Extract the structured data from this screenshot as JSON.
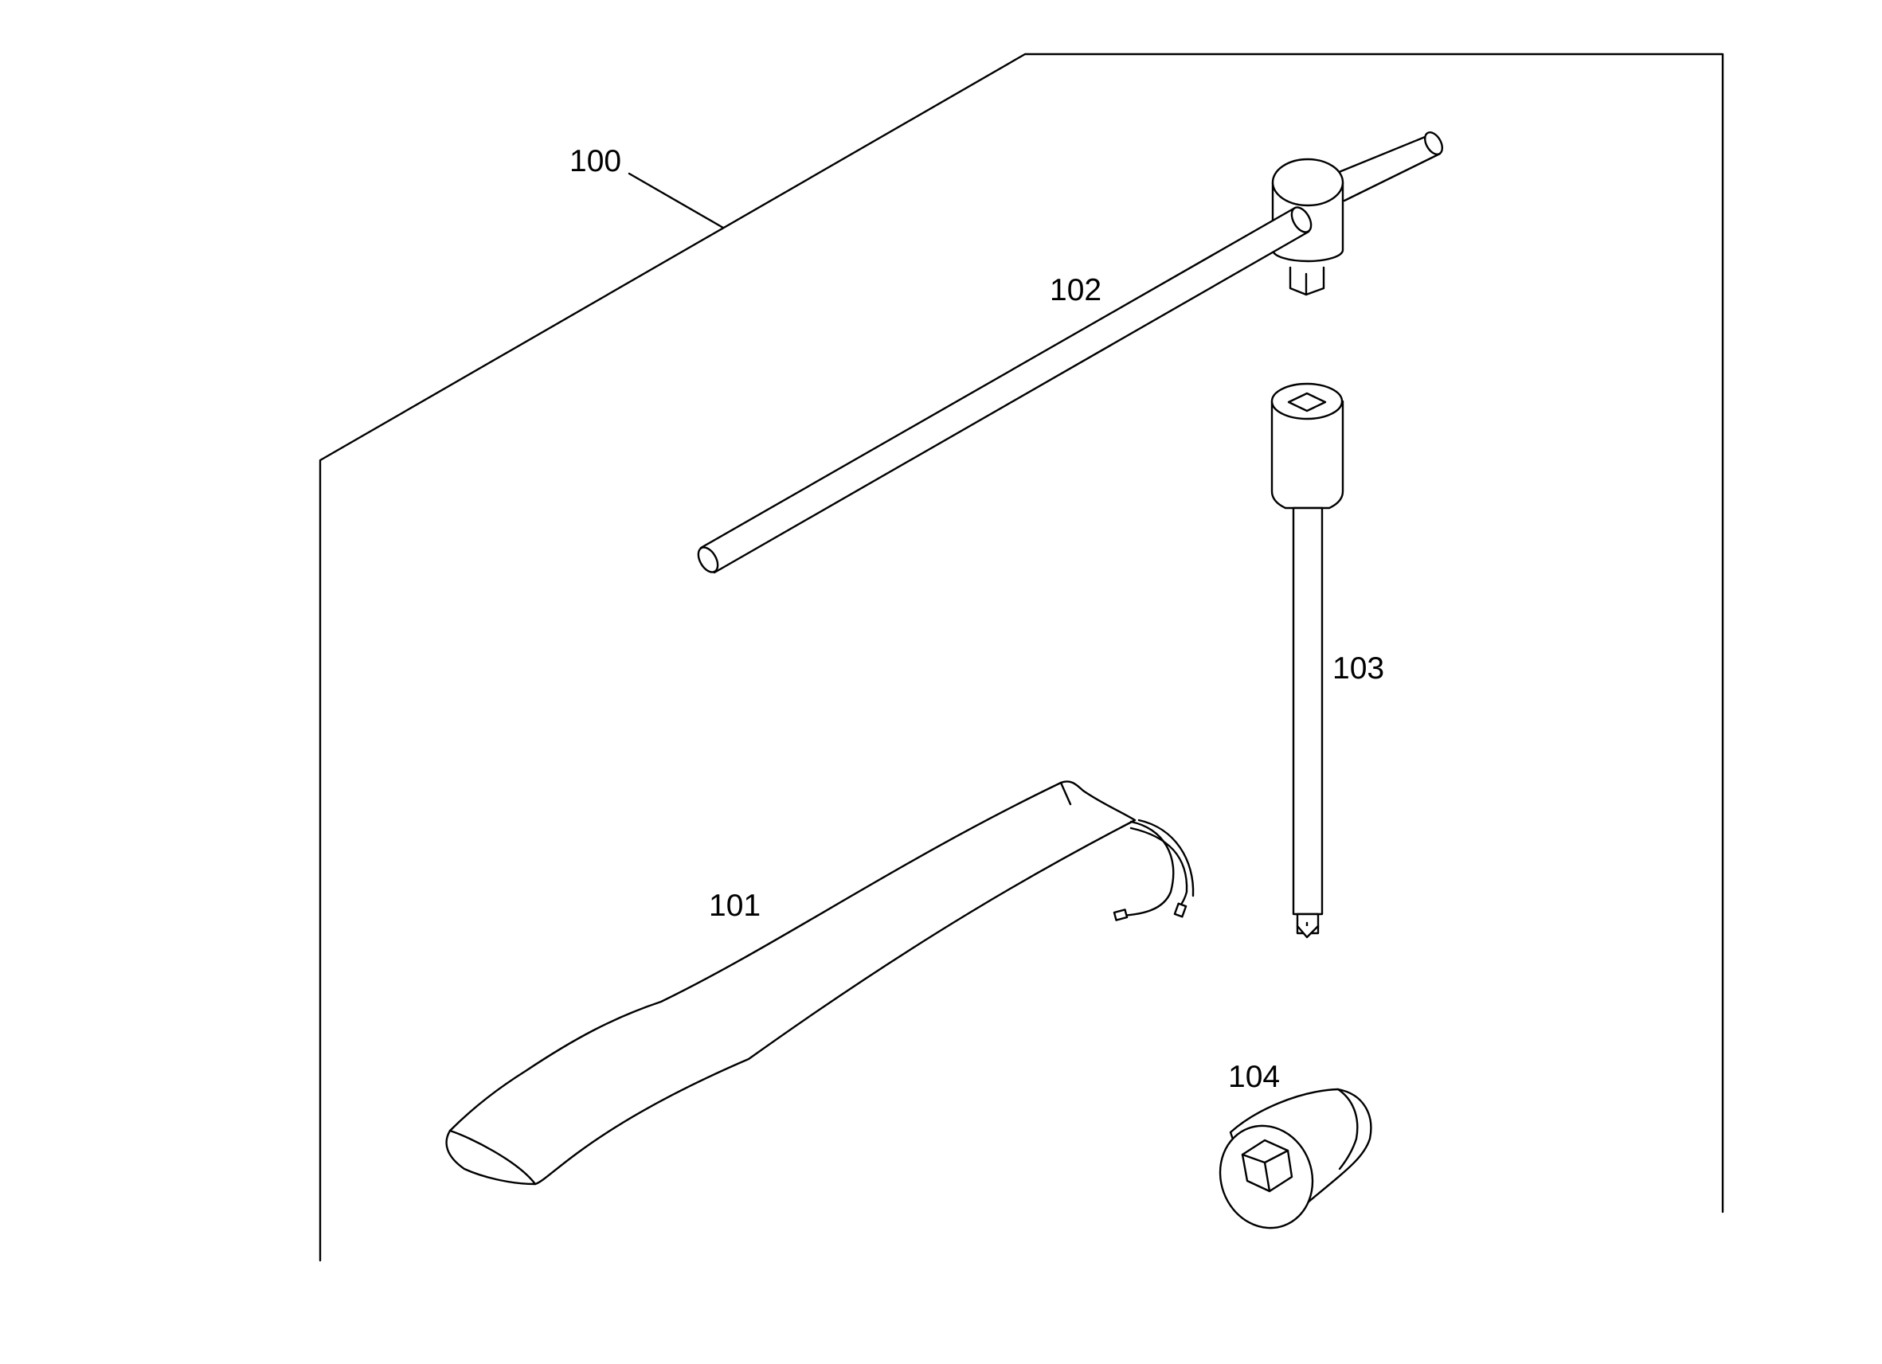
{
  "labels": {
    "kit": "100",
    "bag": "101",
    "t_handle": "102",
    "extension": "103",
    "socket": "104"
  },
  "colors": {
    "ink": "#000000",
    "paper": "#ffffff"
  }
}
